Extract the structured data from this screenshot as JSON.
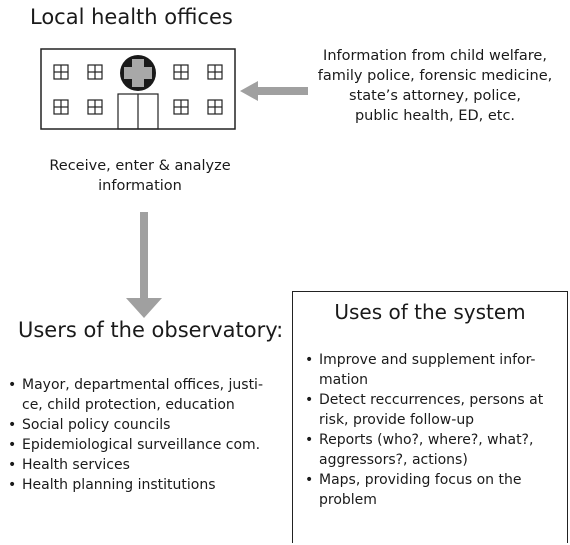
{
  "offices_title": "Local health offices",
  "info_sources": [
    "Information from child welfare,",
    "family police, forensic medicine,",
    "state’s attorney, police,",
    "public health, ED, etc."
  ],
  "receive_text": [
    "Receive, enter & analyze",
    "information"
  ],
  "users_title": "Users of the observatory:",
  "users_items": [
    [
      "Mayor, departmental offices, justi-",
      "ce, child protection, education"
    ],
    [
      "Social policy councils"
    ],
    [
      "Epidemiological surveillance com."
    ],
    [
      "Health services"
    ],
    [
      "Health planning institutions"
    ]
  ],
  "uses_title": "Uses of the system",
  "uses_items": [
    [
      "Improve and supplement infor-",
      "mation"
    ],
    [
      "Detect reccurrences, persons at",
      "risk, provide follow-up"
    ],
    [
      "Reports (who?, where?, what?,",
      "aggressors?, actions)"
    ],
    [
      "Maps, providing focus on the",
      "problem"
    ]
  ],
  "colors": {
    "arrow": "#a0a0a0",
    "stroke": "#222222",
    "cross_circle": "#1a1a1a"
  },
  "icons": [
    "hospital-building-icon",
    "window-icon",
    "medical-cross-icon",
    "door-icon",
    "arrow-left-icon",
    "arrow-down-icon"
  ]
}
